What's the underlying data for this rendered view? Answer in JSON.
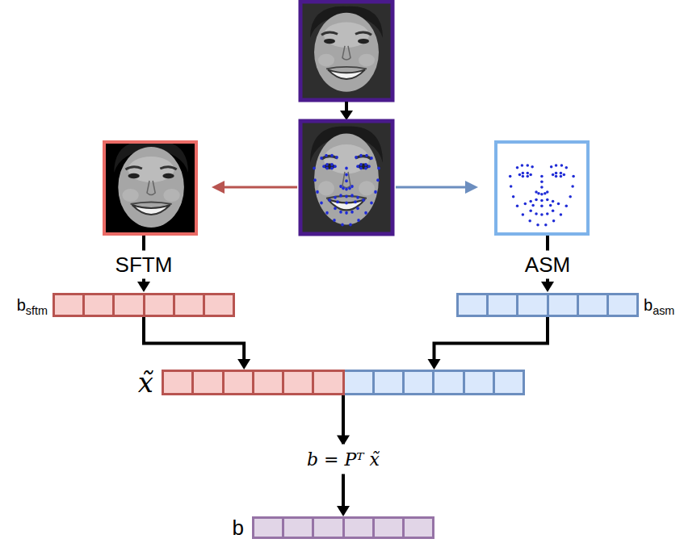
{
  "diagram": {
    "nodes": [
      {
        "text": [
          "bsftm"
        ]
      },
      {
        "text": [
          "basm"
        ]
      },
      {
        "text": [
          "x̃"
        ]
      },
      {
        "text": [
          "b"
        ]
      }
    ],
    "edges": [
      {
        "from": 0,
        "to": 2,
        "arrow": "to"
      },
      {
        "from": 1,
        "to": 2,
        "arrow": "to"
      },
      {
        "from": 2,
        "to": 3,
        "arrow": "to",
        "label": "b = Pᵀ x̃"
      }
    ],
    "labels": [
      "SFTM",
      "ASM"
    ]
  }
}
